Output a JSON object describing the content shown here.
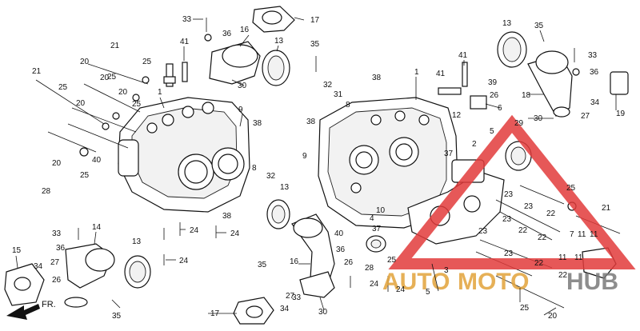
{
  "labels": {
    "l33a": "33",
    "l36a": "36",
    "l16a": "16",
    "l17a": "17",
    "l13a": "13",
    "l35a": "35",
    "l21a": "21",
    "l41a": "41",
    "l20a": "20",
    "l25a": "25",
    "l21b": "21",
    "l25b": "25",
    "l20b": "20",
    "l25c": "25",
    "l20c": "20",
    "l25d": "25",
    "l20d": "20",
    "l30a": "30",
    "l9a": "9",
    "l38a": "38",
    "l1a": "1",
    "l20e": "20",
    "l40a": "40",
    "l25e": "25",
    "l28a": "28",
    "l8a": "8",
    "l32a": "32",
    "l13b": "13",
    "l38b": "38",
    "l24a": "24",
    "l24b": "24",
    "l24c": "24",
    "l33b": "33",
    "l36b": "36",
    "l14a": "14",
    "l13c": "13",
    "l15a": "15",
    "l34a": "34",
    "l27a": "27",
    "l26a": "26",
    "l35b": "35",
    "l35c": "35",
    "l16b": "16",
    "l30b": "30",
    "l17b": "17",
    "l34b": "34",
    "l27b": "27",
    "l26b": "26",
    "l38c": "38",
    "l32b": "32",
    "l31a": "31",
    "l8b": "8",
    "l38d": "38",
    "l9b": "9",
    "l1b": "1",
    "l41b": "41",
    "l41c": "41",
    "l39a": "39",
    "l26c": "26",
    "l6a": "6",
    "l12a": "12",
    "l5a": "5",
    "l2a": "2",
    "l37a": "37",
    "l4a": "4",
    "l10a": "10",
    "l37b": "37",
    "l40b": "40",
    "l28b": "28",
    "l25f": "25",
    "l24d": "24",
    "l24e": "24",
    "l3a": "3",
    "l5b": "5",
    "l13d": "13",
    "l35d": "35",
    "l33c": "33",
    "l36c": "36",
    "l18a": "18",
    "l34c": "34",
    "l27c": "27",
    "l30c": "30",
    "l19a": "19",
    "l29a": "29",
    "l25g": "25",
    "l21c": "21",
    "l23a": "23",
    "l23b": "23",
    "l22a": "22",
    "l23c": "23",
    "l22b": "22",
    "l23d": "23",
    "l22c": "22",
    "l23e": "23",
    "l22d": "22",
    "l7a": "7",
    "l11a": "11",
    "l11b": "11",
    "l11c": "11",
    "l11d": "11",
    "l22e": "22",
    "l25h": "25",
    "l20f": "20",
    "l33d": "33",
    "l36d": "36"
  },
  "direction": {
    "text": "FR."
  },
  "watermark": {
    "word1": "AUTO",
    "word2": "MOTO",
    "word3": "HUB",
    "color1": "#e2a33a",
    "color2": "#7a7a7a",
    "triangle_color": "#e23b3b"
  }
}
